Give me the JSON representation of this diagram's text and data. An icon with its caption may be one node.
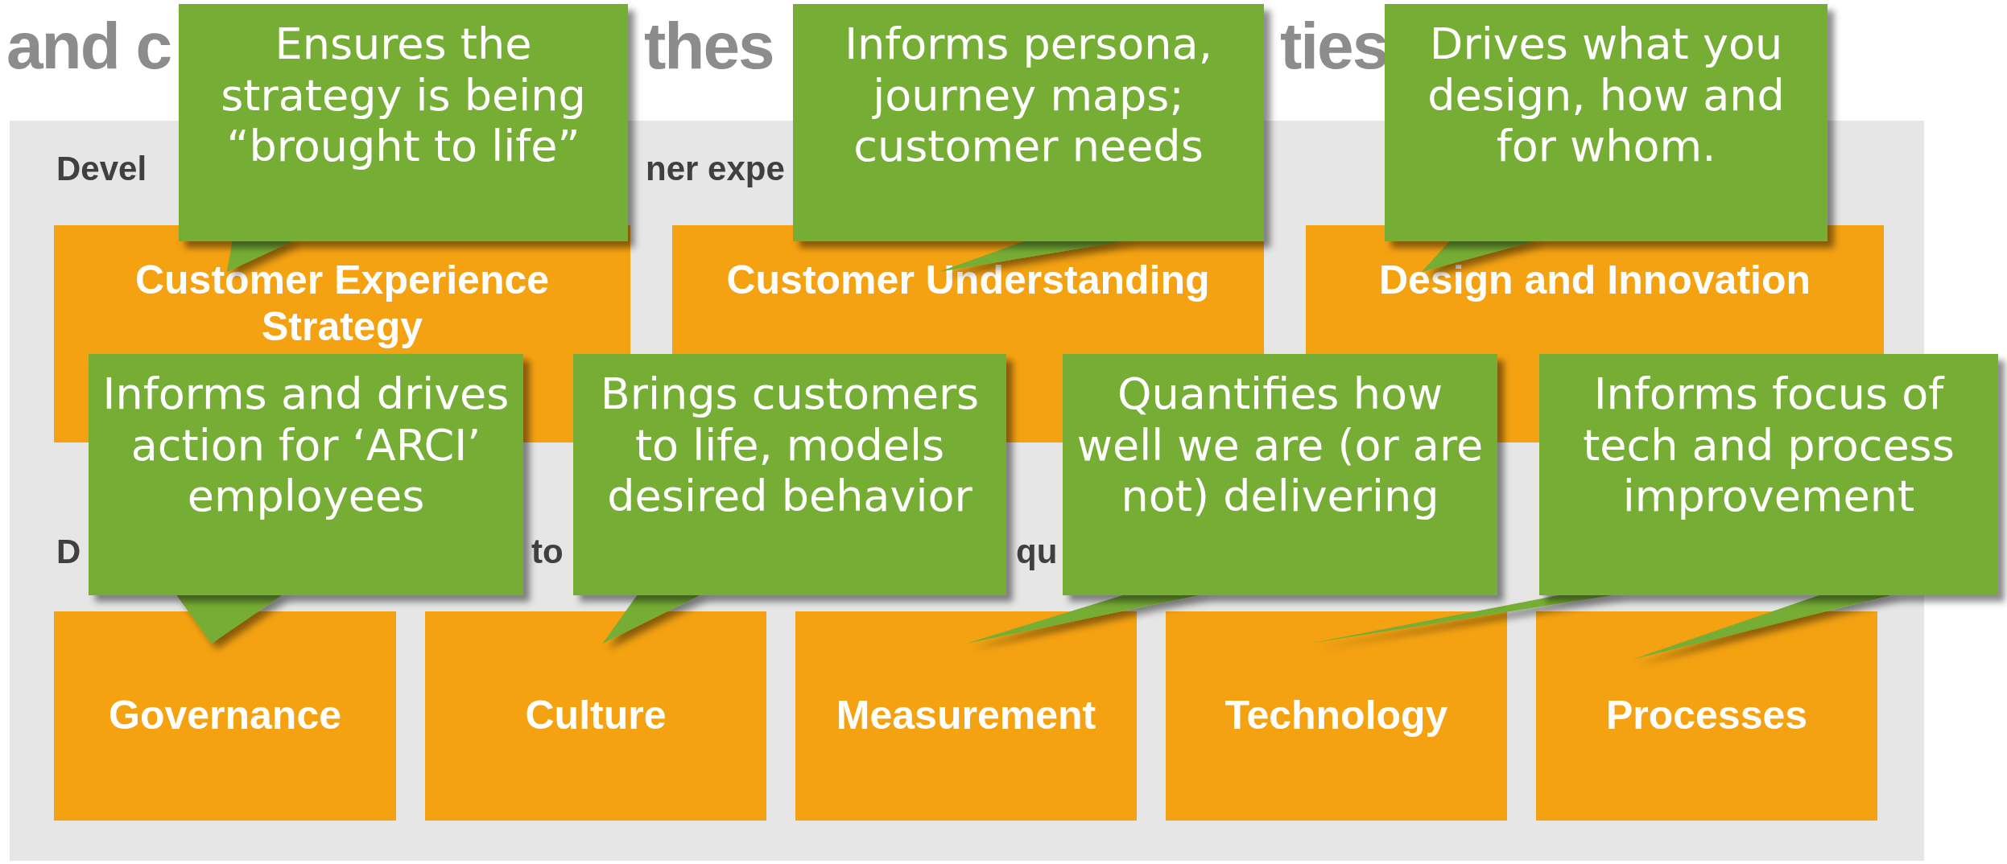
{
  "diagram": {
    "nodes": [
      {
        "text": [
          "Ensures the strategy is being “brought to life”"
        ]
      },
      {
        "text": [
          "Informs persona, journey maps; customer needs"
        ]
      },
      {
        "text": [
          "Drives what you design, how and for whom."
        ]
      },
      {
        "text": [
          "Customer Experience Strategy"
        ]
      },
      {
        "text": [
          "Customer Understanding"
        ]
      },
      {
        "text": [
          "Design and Innovation"
        ]
      },
      {
        "text": [
          "Informs and drives action for ‘ARCI’ employees"
        ]
      },
      {
        "text": [
          "Brings customers to life, models desired behavior"
        ]
      },
      {
        "text": [
          "Quantifies how well we are (or are not) delivering"
        ]
      },
      {
        "text": [
          "Informs focus of tech and process improvement"
        ]
      },
      {
        "text": [
          "Governance"
        ]
      },
      {
        "text": [
          "Culture"
        ]
      },
      {
        "text": [
          "Measurement"
        ]
      },
      {
        "text": [
          "Technology"
        ]
      },
      {
        "text": [
          "Processes"
        ]
      }
    ],
    "edges": [
      {
        "from": 0,
        "to": 3,
        "arrow": "none"
      },
      {
        "from": 1,
        "to": 4,
        "arrow": "none"
      },
      {
        "from": 2,
        "to": 5,
        "arrow": "none"
      },
      {
        "from": 6,
        "to": 10,
        "arrow": "none"
      },
      {
        "from": 7,
        "to": 11,
        "arrow": "none"
      },
      {
        "from": 8,
        "to": 12,
        "arrow": "none"
      },
      {
        "from": 9,
        "to": 13,
        "arrow": "none"
      },
      {
        "from": 9,
        "to": 14,
        "arrow": "none"
      }
    ],
    "labels": [
      "and c",
      "thes",
      "ties",
      "Devel",
      "ner expe",
      "D",
      "to",
      "qu"
    ]
  }
}
